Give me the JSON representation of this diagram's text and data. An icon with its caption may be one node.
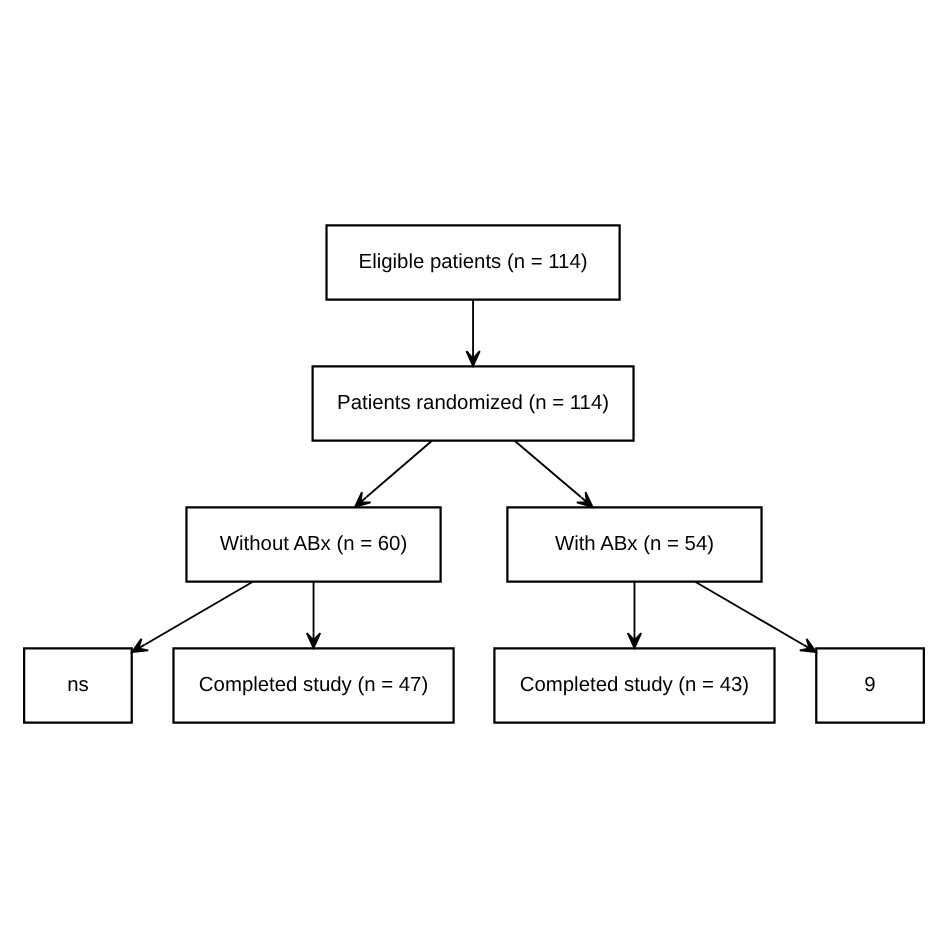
{
  "diagram": {
    "nodes": [
      {
        "text": [
          "Eligible patients (n = 114)"
        ]
      },
      {
        "text": [
          "Patients randomized (n = 114)"
        ]
      },
      {
        "text": [
          "Without ABx (n = 60)"
        ]
      },
      {
        "text": [
          "With ABx (n = 54)"
        ]
      },
      {
        "text": [
          "ns"
        ]
      },
      {
        "text": [
          "Completed study (n = 47)"
        ]
      },
      {
        "text": [
          "Completed study (n = 43)"
        ]
      },
      {
        "text": [
          "9"
        ]
      }
    ],
    "edges": [
      {
        "from": 0,
        "to": 1,
        "arrow": "to"
      },
      {
        "from": 1,
        "to": 2,
        "arrow": "to"
      },
      {
        "from": 1,
        "to": 3,
        "arrow": "to"
      },
      {
        "from": 2,
        "to": 4,
        "arrow": "to"
      },
      {
        "from": 2,
        "to": 5,
        "arrow": "to"
      },
      {
        "from": 3,
        "to": 6,
        "arrow": "to"
      },
      {
        "from": 3,
        "to": 7,
        "arrow": "to"
      }
    ]
  }
}
